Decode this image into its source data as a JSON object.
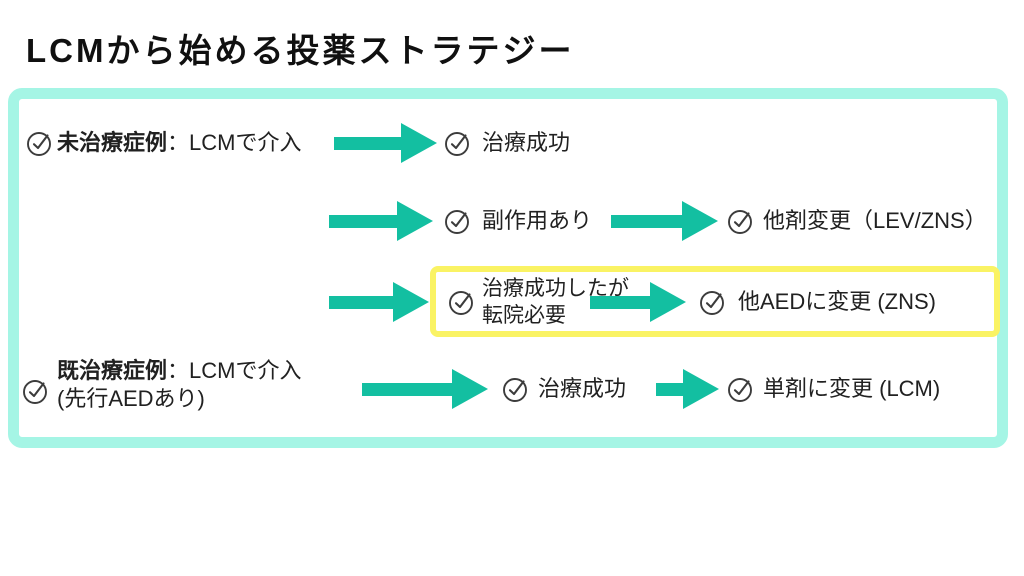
{
  "title": "LCMから始める投薬ストラテジー",
  "colors": {
    "frame_border": "#a5f5e5",
    "arrow": "#13bfa1",
    "highlight_border": "#faf364",
    "icon_stroke": "#3c3c3c",
    "text": "#212121",
    "title_color": "#101010"
  },
  "icons": {
    "check_circle": "circled-checkmark"
  },
  "rows": {
    "row1": {
      "source_bold": "未治療症例",
      "source_rest": "：LCMで介入",
      "outcome": "治療成功"
    },
    "row2": {
      "mid": "副作用あり",
      "outcome": "他剤変更（LEV/ZNS）"
    },
    "row3": {
      "mid_line1": "治療成功したが",
      "mid_line2": "転院必要",
      "outcome": "他AEDに変更 (ZNS)"
    },
    "row4": {
      "source_bold": "既治療症例",
      "source_rest": "：LCMで介入",
      "source_line2": "(先行AEDあり)",
      "mid": "治療成功",
      "outcome": "単剤に変更 (LCM)"
    }
  }
}
